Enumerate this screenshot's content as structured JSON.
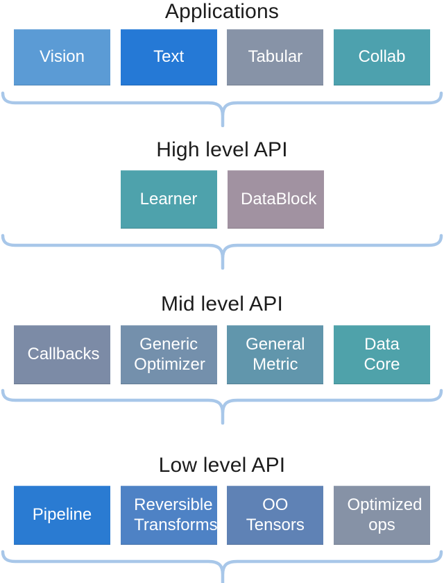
{
  "colors": {
    "brace": "#A8C7E9",
    "title_text": "#1C1C1C",
    "box_text": "#FFFFFF"
  },
  "sections": [
    {
      "title": "Applications",
      "boxes": [
        {
          "label": "Vision",
          "color": "#5B9BD5"
        },
        {
          "label": "Text",
          "color": "#2579D6"
        },
        {
          "label": "Tabular",
          "color": "#8793A7"
        },
        {
          "label": "Collab",
          "color": "#4DA1AE"
        }
      ]
    },
    {
      "title": "High level API",
      "boxes": [
        {
          "label": "Learner",
          "color": "#4EA2AC"
        },
        {
          "label": "DataBlock",
          "color": "#A192A1"
        }
      ]
    },
    {
      "title": "Mid level API",
      "boxes": [
        {
          "label": "Callbacks",
          "color": "#7C8BA6"
        },
        {
          "label": "Generic Optimizer",
          "color": "#7490AC"
        },
        {
          "label": "General Metric",
          "color": "#6196AC"
        },
        {
          "label": "Data Core",
          "color": "#4FA2AA"
        }
      ]
    },
    {
      "title": "Low level API",
      "boxes": [
        {
          "label": "Pipeline",
          "color": "#2A7BD2"
        },
        {
          "label": "Reversible Transforms",
          "color": "#4E82C5"
        },
        {
          "label": "OO Tensors",
          "color": "#5F82B5"
        },
        {
          "label": "Optimized ops",
          "color": "#8692A6"
        }
      ]
    }
  ]
}
